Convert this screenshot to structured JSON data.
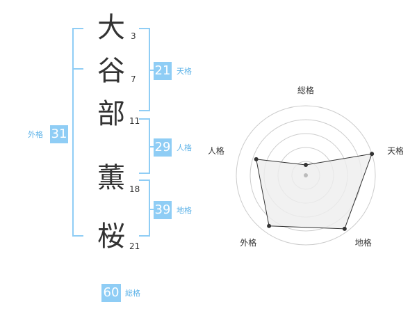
{
  "characters": [
    {
      "char": "大",
      "strokes": "3"
    },
    {
      "char": "谷",
      "strokes": "7"
    },
    {
      "char": "部",
      "strokes": "11"
    },
    {
      "char": "薫",
      "strokes": "18"
    },
    {
      "char": "桜",
      "strokes": "21"
    }
  ],
  "kakusu": {
    "tenkaku": {
      "value": "21",
      "label": "天格"
    },
    "jinkaku": {
      "value": "29",
      "label": "人格"
    },
    "chikaku": {
      "value": "39",
      "label": "地格"
    },
    "gaikaku": {
      "value": "31",
      "label": "外格"
    },
    "soukaku": {
      "value": "60",
      "label": "総格"
    }
  },
  "radar": {
    "axis_labels": [
      "総格",
      "天格",
      "地格",
      "外格",
      "人格"
    ],
    "levels": 5,
    "values": [
      0.15,
      1.0,
      0.95,
      0.9,
      0.75
    ],
    "colors": {
      "grid": "#cccccc",
      "fill": "#eeeeee",
      "line": "#333333",
      "dot": "#333333",
      "center": "#bbbbbb"
    }
  }
}
